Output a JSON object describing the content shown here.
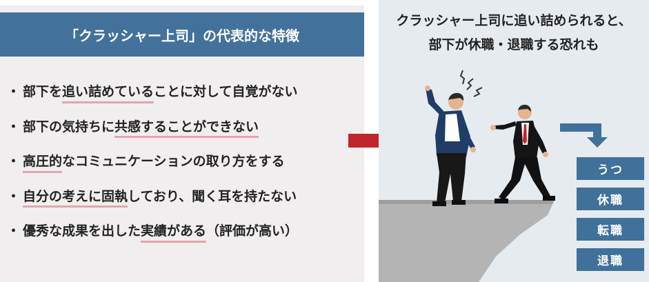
{
  "left_panel": {
    "heading": "「クラッシャー上司」の代表的な特徴",
    "bullet_symbol": "・",
    "items": [
      {
        "pre": "部下を",
        "underlined": "追い詰めている",
        "post": "ことに対して自覚がない"
      },
      {
        "pre": "部下の気持ちに",
        "underlined": "共感することができない",
        "post": ""
      },
      {
        "pre": "",
        "underlined": "高圧的",
        "post": "なコミュニケーションの取り方をする"
      },
      {
        "pre": "",
        "underlined": "自分の考えに固執",
        "post": "しており、聞く耳を持たない"
      },
      {
        "pre": "優秀な成果を出した",
        "underlined": "実績がある",
        "post": "（評価が高い）"
      }
    ]
  },
  "right_panel": {
    "title_line1": "クラッシャー上司に追い詰められると、",
    "title_line2": "部下が休職・退職する恐れも",
    "outcomes": [
      "うつ",
      "休職",
      "転職",
      "退職"
    ]
  },
  "colors": {
    "heading_bg": "#42729c",
    "left_bg": "#f1eeef",
    "right_bg": "#e6ebf0",
    "underline": "#e3a4ad",
    "arrow": "#c0272d",
    "outcome_bg": "#3f719a"
  }
}
